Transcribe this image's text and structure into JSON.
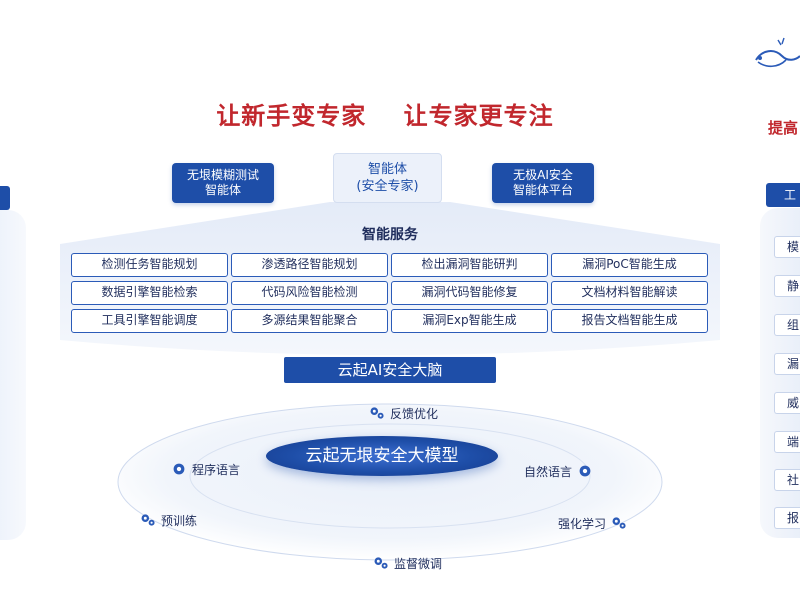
{
  "headline": {
    "left": "让新手变专家",
    "right": "让专家更专注"
  },
  "top_boxes": {
    "left": {
      "line1": "无垠模糊测试",
      "line2": "智能体"
    },
    "center": {
      "line1": "智能体",
      "line2": "(安全专家)"
    },
    "right": {
      "line1": "无极AI安全",
      "line2": "智能体平台"
    }
  },
  "services": {
    "title": "智能服务",
    "items": [
      "检测任务智能规划",
      "渗透路径智能规划",
      "检出漏洞智能研判",
      "漏洞PoC智能生成",
      "数据引擎智能检索",
      "代码风险智能检测",
      "漏洞代码智能修复",
      "文档材料智能解读",
      "工具引擎智能调度",
      "多源结果智能聚合",
      "漏洞Exp智能生成",
      "报告文档智能生成"
    ]
  },
  "brain_label": "云起AI安全大脑",
  "model_label": "云起无垠安全大模型",
  "orbit_labels": {
    "top": "反馈优化",
    "left": "程序语言",
    "right": "自然语言",
    "lower_left": "预训练",
    "lower_right": "强化学习",
    "bottom": "监督微调"
  },
  "right_panel": {
    "heading": "提高",
    "tab": "工",
    "items": [
      "模",
      "静",
      "组",
      "漏",
      "威",
      "端",
      "社",
      "报"
    ]
  },
  "colors": {
    "accent_red": "#c1272d",
    "primary_blue": "#1e4ea8"
  }
}
